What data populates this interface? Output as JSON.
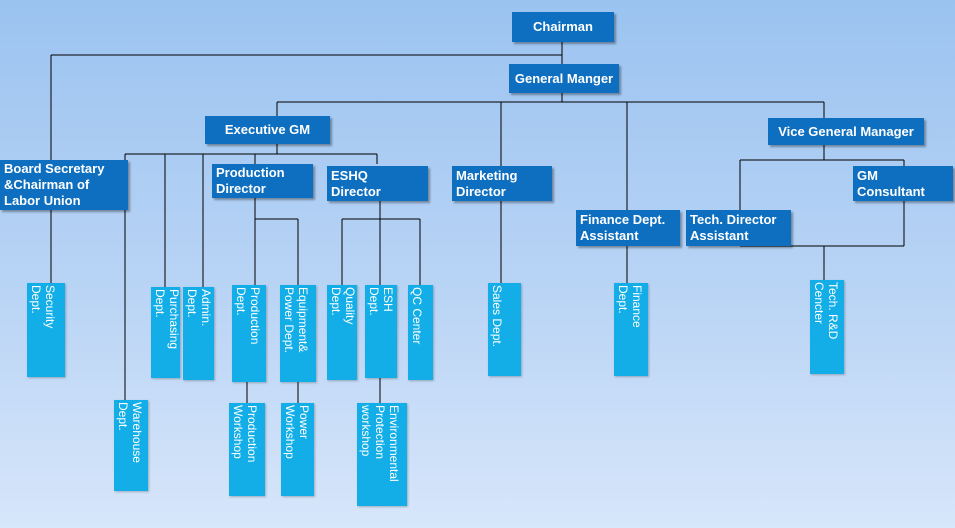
{
  "nodes": {
    "chairman": "Chairman",
    "general_manager": "General Manger",
    "executive_gm": "Executive GM",
    "vice_gm": "Vice General Manager",
    "board_secretary": "Board Secretary\n&Chairman of\nLabor Union",
    "production_director": "Production\nDirector",
    "eshq_director": "ESHQ\nDirector",
    "marketing_director": "Marketing\nDirector",
    "finance_assistant": "Finance Dept.\nAssistant",
    "tech_director_assistant": "Tech. Director\nAssistant",
    "gm_consultant": "GM\nConsultant"
  },
  "departments": {
    "security": "Security\nDept.",
    "warehouse": "Warehouse\nDept.",
    "purchasing": "Purchasing\nDept.",
    "admin": "Admin.\nDept.",
    "production_dept": "Production\nDept.",
    "equipment_power": "Equipment&\nPower Dept.",
    "quality": "Quality\nDept.",
    "esh": "ESH\nDept.",
    "qc_center": "QC Center",
    "sales": "Sales Dept.",
    "finance": "Finance\nDept.",
    "tech_rd": "Tech. R&D\nCencter",
    "production_workshop": "Production\nWorkshop",
    "power_workshop": "Power\nWorkshop",
    "env_protection_workshop": "Environmental\nProtection\nworkshop"
  }
}
